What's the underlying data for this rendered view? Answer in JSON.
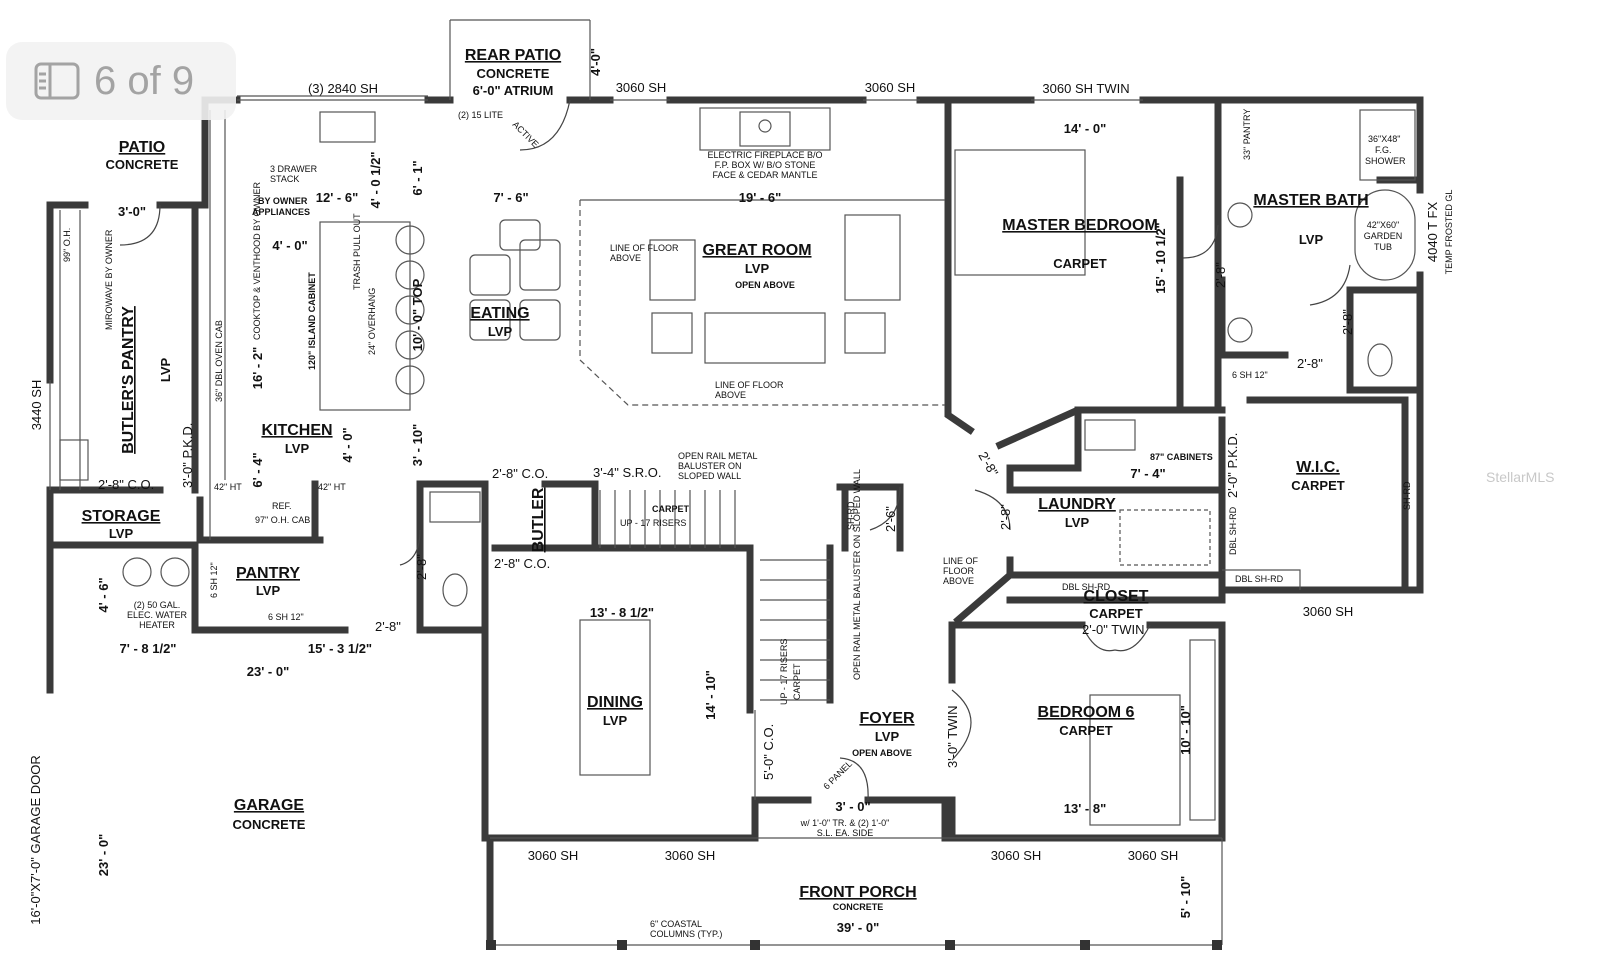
{
  "gallery": {
    "counter": "6 of 9",
    "icon": "gallery-sidebar-icon",
    "watermark": "StellarMLS"
  },
  "rooms": {
    "rear_patio": {
      "name": "REAR PATIO",
      "material": "CONCRETE",
      "note": "6'-0\" ATRIUM"
    },
    "patio": {
      "name": "PATIO",
      "material": "CONCRETE"
    },
    "great_room": {
      "name": "GREAT ROOM",
      "material": "LVP",
      "note": "OPEN ABOVE"
    },
    "eating": {
      "name": "EATING",
      "material": "LVP"
    },
    "kitchen": {
      "name": "KITCHEN",
      "material": "LVP"
    },
    "butlers_pantry": {
      "name": "BUTLER'S PANTRY",
      "material": "LVP"
    },
    "storage": {
      "name": "STORAGE",
      "material": "LVP"
    },
    "pantry": {
      "name": "PANTRY",
      "material": "LVP"
    },
    "master_bedroom": {
      "name": "MASTER BEDROOM",
      "material": "CARPET"
    },
    "master_bath": {
      "name": "MASTER BATH",
      "material": "LVP"
    },
    "wic": {
      "name": "W.I.C.",
      "material": "CARPET"
    },
    "laundry": {
      "name": "LAUNDRY",
      "material": "LVP"
    },
    "closet": {
      "name": "CLOSET",
      "material": "CARPET"
    },
    "bedroom6": {
      "name": "BEDROOM 6",
      "material": "CARPET"
    },
    "foyer": {
      "name": "FOYER",
      "material": "LVP",
      "note": "OPEN ABOVE"
    },
    "dining": {
      "name": "DINING",
      "material": "LVP"
    },
    "garage": {
      "name": "GARAGE",
      "material": "CONCRETE"
    },
    "front_porch": {
      "name": "FRONT PORCH",
      "material": "CONCRETE"
    },
    "butler": {
      "name": "BUTLER"
    }
  },
  "dimensions": {
    "d_6_0": "4'-0\"",
    "d_14_0": "14' - 0\"",
    "d_12_6": "12' - 6\"",
    "d_7_6": "7' - 6\"",
    "d_19_6": "19' - 6\"",
    "d_4_0_half": "4' - 0 1/2\"",
    "d_6_1": "6' - 1\"",
    "d_4_0": "4' - 0\"",
    "d_10_top": "10' - 0\" TOP",
    "d_16_2": "16' - 2\"",
    "d_3_10": "3' - 10\"",
    "d_6_4": "6' - 4\"",
    "d_4_0b": "4' - 0\"",
    "d_15_10": "15' - 10 1/2\"",
    "d_7_4": "7' - 4\"",
    "d_13_8_half": "13' - 8 1/2\"",
    "d_14_10": "14' - 10\"",
    "d_4_6": "4' - 6\"",
    "d_7_8": "7' - 8 1/2\"",
    "d_15_3": "15' - 3 1/2\"",
    "d_23_0": "23' - 0\"",
    "d_23_0v": "23' - 0\"",
    "d_10_10": "10' - 10\"",
    "d_13_8": "13' - 8\"",
    "d_39_0": "39' - 0\"",
    "d_5_10": "5' - 10\"",
    "d_3_0_door": "3' - 0\"",
    "d_3_0_patio": "3'-0\""
  },
  "windows": {
    "w_2840": "(3) 2840 SH",
    "w_3060_top1": "3060 SH",
    "w_3060_top2": "3060 SH",
    "w_3060_twin": "3060 SH TWIN",
    "w_3440": "3440 SH",
    "w_4040": "4040 T FX",
    "w_temp": "TEMP FROSTED GL",
    "w_3060_b1": "3060 SH",
    "w_3060_b2": "3060 SH",
    "w_3060_b3": "3060 SH",
    "w_3060_b4": "3060 SH",
    "w_3060_wic": "3060 SH",
    "w_garage_door": "16'-0\"X7'-0\" GARAGE DOOR"
  },
  "notes": {
    "fireplace1": "ELECTRIC FIREPLACE B/O",
    "fireplace2": "F.P. BOX W/ B/O STONE",
    "fireplace3": "FACE & CEDAR MANTLE",
    "line_floor1": "LINE OF FLOOR",
    "line_floor1b": "ABOVE",
    "line_floor2": "LINE OF FLOOR",
    "line_floor2b": "ABOVE",
    "line_floor3": "LINE OF",
    "line_floor3b": "FLOOR",
    "line_floor3c": "ABOVE",
    "open_rail1": "OPEN RAIL METAL",
    "open_rail1b": "BALUSTER ON",
    "open_rail1c": "SLOPED WALL",
    "open_rail2": "OPEN RAIL METAL BALUSTER ON SLOPED WALL",
    "carpet_stairs": "CARPET",
    "up_17": "UP - 17 RISERS",
    "up_17v": "UP - 17 RISERS",
    "carpet_v": "CARPET",
    "sro": "3'-4\" S.R.O.",
    "co_1": "2'-8\" C.O.",
    "co_2": "2'-8\" C.O.",
    "co_3": "2'-8\" C.O.",
    "co_5": "5'-0\" C.O.",
    "pkd_1": "3'-0\" P.K.D.",
    "pkd_2": "2'-0\" P.K.D.",
    "atrium_lite": "(2) 15 LITE",
    "active": "ACTIVE",
    "drawer_stack": "3 DRAWER",
    "drawer_stack2": "STACK",
    "by_owner": "BY OWNER",
    "appliances": "APPLIANCES",
    "island": "120\" ISLAND CABINET",
    "overhang": "24\" OVERHANG",
    "trash": "TRASH PULL OUT",
    "cooktop": "COOKTOP & VENTHOOD BY OWNER",
    "oven_cab": "36\" DBL OVEN CAB",
    "microwave": "MIROWAVE BY OWNER",
    "oh_99": "99\" O.H.",
    "water_heater1": "(2) 50 GAL.",
    "water_heater2": "ELEC. WATER",
    "water_heater3": "HEATER",
    "oh_cab": "97\" O.H. CAB",
    "ref": "REF.",
    "ht_42a": "42\" HT",
    "ht_42b": "42\" HT",
    "sh_12a": "6 SH 12\"",
    "sh_12b": "6 SH 12\"",
    "sh_12c": "6 SH 12\"",
    "cabinets_87": "87\" CABINETS",
    "dbl_sh_rd": "DBL SH-RD",
    "dbl_sh_rd2": "DBL SH-RD",
    "dbl_sh_rd3": "DBL SH-RD",
    "sh_rd": "SH-RD",
    "sh_rd2": "SH-RD",
    "twin_2": "2'-0\" TWIN",
    "twin_3": "3'-0\" TWIN",
    "shower": "36\"X48\"",
    "shower2": "F.G.",
    "shower3": "SHOWER",
    "tub": "42\"X60\"",
    "tub2": "GARDEN",
    "tub3": "TUB",
    "six_panel": "6 PANEL",
    "front_door": "w/ 1'-0\" TR. & (2) 1'-0\"",
    "front_door2": "S.L. EA. SIDE",
    "coastal": "6\" COASTAL",
    "coastal2": "COLUMNS (TYP.)",
    "d_2_8a": "2'-8\"",
    "d_2_8b": "2'-8\"",
    "d_2_8c": "2'-8\"",
    "d_2_8d": "2'-8\"",
    "d_2_8e": "2'-8\"",
    "d_2_8f": "2'-8\"",
    "d_2_8g": "2'-8\"",
    "d_2_8h": "2'-8\"",
    "d_2_6": "2'-6\"",
    "pantry_33": "33\" PANTRY"
  }
}
